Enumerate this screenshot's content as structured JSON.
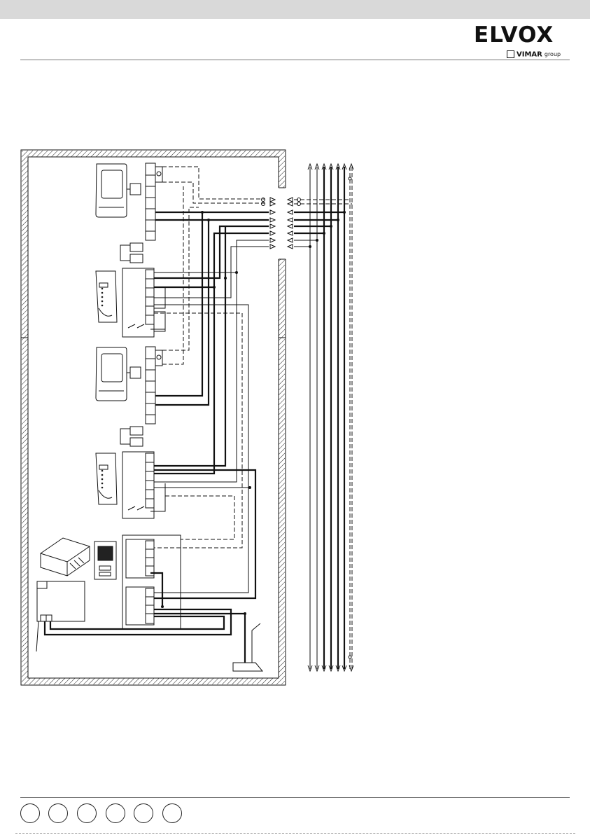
{
  "header": {
    "brand": "ELVOX",
    "sub_brand": "VIMAR",
    "sub_brand_suffix": "group"
  },
  "footer": {
    "language_circles": [
      "",
      "",
      "",
      "",
      "",
      ""
    ]
  },
  "colors": {
    "top_band": "#d9d9d9",
    "line": "#111111",
    "rule": "#777777"
  }
}
